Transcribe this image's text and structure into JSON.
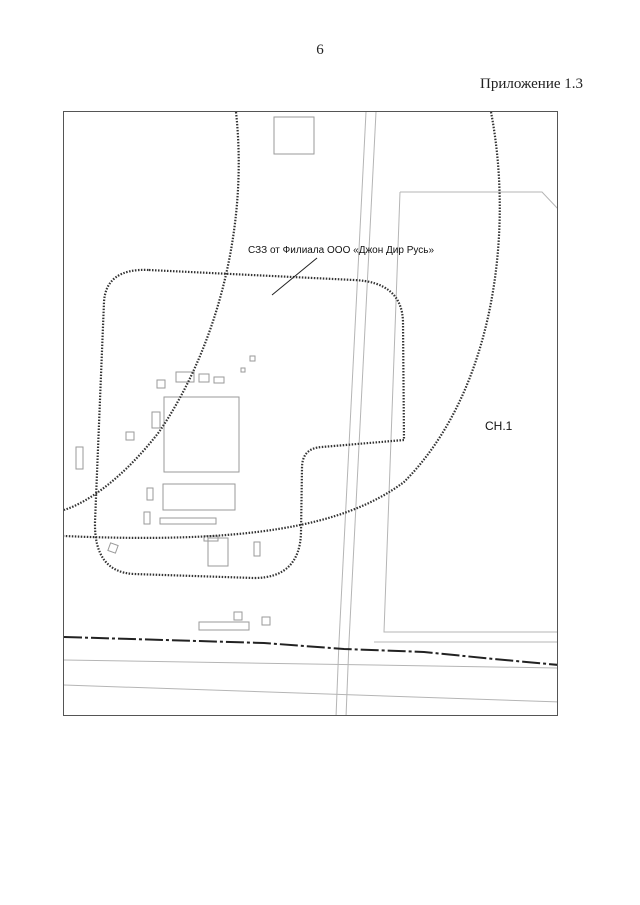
{
  "page": {
    "number": "6",
    "appendix": "Приложение 1.3"
  },
  "map": {
    "zone_label": "СЗЗ от Филиала ООО «Джон Дир Русь»",
    "sn_label": "СН.1"
  }
}
